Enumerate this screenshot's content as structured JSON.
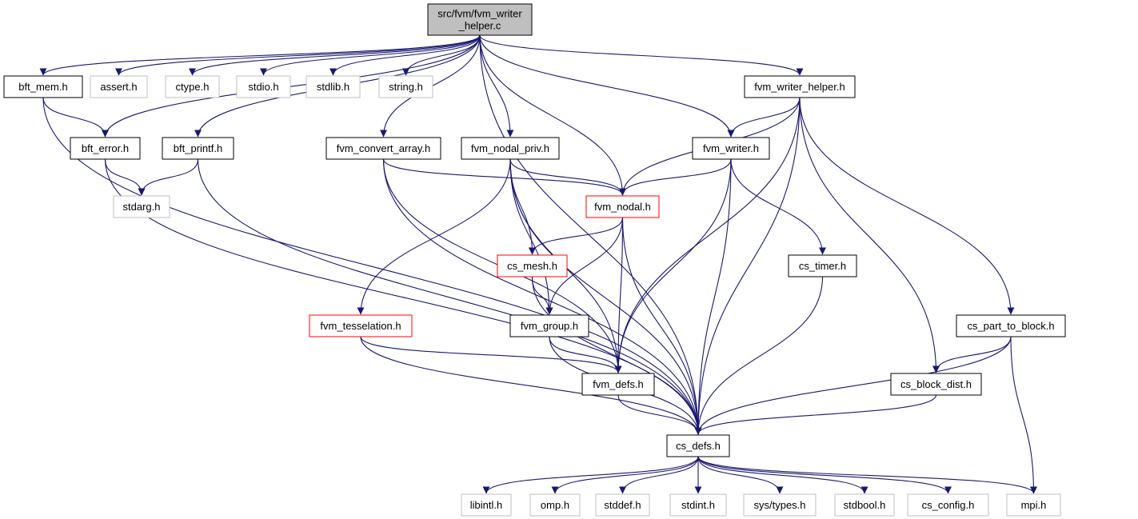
{
  "colors": {
    "edge": "#191970",
    "node_border": "#000000",
    "node_border_external": "#bfbfbf",
    "node_border_truncated": "#ff0000",
    "root_fill": "#bfbfbf",
    "node_fill": "#ffffff"
  },
  "nodes": [
    {
      "id": "root",
      "lines": [
        "src/fvm/fvm_writer",
        "_helper.c"
      ],
      "kind": "root"
    },
    {
      "id": "bft_mem",
      "lines": [
        "bft_mem.h"
      ],
      "kind": "normal"
    },
    {
      "id": "assert",
      "lines": [
        "assert.h"
      ],
      "kind": "external"
    },
    {
      "id": "ctype",
      "lines": [
        "ctype.h"
      ],
      "kind": "external"
    },
    {
      "id": "stdio",
      "lines": [
        "stdio.h"
      ],
      "kind": "external"
    },
    {
      "id": "stdlib",
      "lines": [
        "stdlib.h"
      ],
      "kind": "external"
    },
    {
      "id": "string",
      "lines": [
        "string.h"
      ],
      "kind": "external"
    },
    {
      "id": "fvm_writer_helper",
      "lines": [
        "fvm_writer_helper.h"
      ],
      "kind": "normal"
    },
    {
      "id": "bft_error",
      "lines": [
        "bft_error.h"
      ],
      "kind": "normal"
    },
    {
      "id": "bft_printf",
      "lines": [
        "bft_printf.h"
      ],
      "kind": "normal"
    },
    {
      "id": "fvm_convert_array",
      "lines": [
        "fvm_convert_array.h"
      ],
      "kind": "normal"
    },
    {
      "id": "fvm_nodal_priv",
      "lines": [
        "fvm_nodal_priv.h"
      ],
      "kind": "normal"
    },
    {
      "id": "fvm_writer",
      "lines": [
        "fvm_writer.h"
      ],
      "kind": "normal"
    },
    {
      "id": "stdarg",
      "lines": [
        "stdarg.h"
      ],
      "kind": "external"
    },
    {
      "id": "fvm_nodal",
      "lines": [
        "fvm_nodal.h"
      ],
      "kind": "truncated"
    },
    {
      "id": "cs_mesh",
      "lines": [
        "cs_mesh.h"
      ],
      "kind": "truncated"
    },
    {
      "id": "cs_timer",
      "lines": [
        "cs_timer.h"
      ],
      "kind": "normal"
    },
    {
      "id": "fvm_tesselation",
      "lines": [
        "fvm_tesselation.h"
      ],
      "kind": "truncated"
    },
    {
      "id": "fvm_group",
      "lines": [
        "fvm_group.h"
      ],
      "kind": "normal"
    },
    {
      "id": "cs_part_to_block",
      "lines": [
        "cs_part_to_block.h"
      ],
      "kind": "normal"
    },
    {
      "id": "fvm_defs",
      "lines": [
        "fvm_defs.h"
      ],
      "kind": "normal"
    },
    {
      "id": "cs_block_dist",
      "lines": [
        "cs_block_dist.h"
      ],
      "kind": "normal"
    },
    {
      "id": "cs_defs",
      "lines": [
        "cs_defs.h"
      ],
      "kind": "normal"
    },
    {
      "id": "libintl",
      "lines": [
        "libintl.h"
      ],
      "kind": "external"
    },
    {
      "id": "omp",
      "lines": [
        "omp.h"
      ],
      "kind": "external"
    },
    {
      "id": "stddef",
      "lines": [
        "stddef.h"
      ],
      "kind": "external"
    },
    {
      "id": "stdint",
      "lines": [
        "stdint.h"
      ],
      "kind": "external"
    },
    {
      "id": "systypes",
      "lines": [
        "sys/types.h"
      ],
      "kind": "external"
    },
    {
      "id": "stdbool",
      "lines": [
        "stdbool.h"
      ],
      "kind": "external"
    },
    {
      "id": "cs_config",
      "lines": [
        "cs_config.h"
      ],
      "kind": "external"
    },
    {
      "id": "mpi",
      "lines": [
        "mpi.h"
      ],
      "kind": "external"
    }
  ],
  "edges": [
    [
      "root",
      "bft_mem"
    ],
    [
      "root",
      "assert"
    ],
    [
      "root",
      "ctype"
    ],
    [
      "root",
      "stdio"
    ],
    [
      "root",
      "stdlib"
    ],
    [
      "root",
      "string"
    ],
    [
      "root",
      "fvm_writer_helper"
    ],
    [
      "root",
      "bft_error"
    ],
    [
      "root",
      "bft_printf"
    ],
    [
      "root",
      "fvm_convert_array"
    ],
    [
      "root",
      "fvm_nodal_priv"
    ],
    [
      "root",
      "fvm_nodal"
    ],
    [
      "root",
      "fvm_writer"
    ],
    [
      "root",
      "cs_defs"
    ],
    [
      "bft_mem",
      "bft_error"
    ],
    [
      "bft_mem",
      "cs_defs"
    ],
    [
      "bft_error",
      "stdarg"
    ],
    [
      "bft_error",
      "cs_defs"
    ],
    [
      "bft_printf",
      "stdarg"
    ],
    [
      "bft_printf",
      "cs_defs"
    ],
    [
      "fvm_convert_array",
      "fvm_nodal"
    ],
    [
      "fvm_convert_array",
      "fvm_defs"
    ],
    [
      "fvm_convert_array",
      "cs_defs"
    ],
    [
      "fvm_nodal_priv",
      "fvm_nodal"
    ],
    [
      "fvm_nodal_priv",
      "cs_mesh"
    ],
    [
      "fvm_nodal_priv",
      "fvm_tesselation"
    ],
    [
      "fvm_nodal_priv",
      "fvm_group"
    ],
    [
      "fvm_nodal_priv",
      "fvm_defs"
    ],
    [
      "fvm_nodal_priv",
      "cs_defs"
    ],
    [
      "fvm_writer_helper",
      "fvm_writer"
    ],
    [
      "fvm_writer_helper",
      "fvm_nodal"
    ],
    [
      "fvm_writer_helper",
      "fvm_defs"
    ],
    [
      "fvm_writer_helper",
      "cs_block_dist"
    ],
    [
      "fvm_writer_helper",
      "cs_part_to_block"
    ],
    [
      "fvm_writer_helper",
      "cs_defs"
    ],
    [
      "fvm_writer",
      "fvm_nodal"
    ],
    [
      "fvm_writer",
      "cs_timer"
    ],
    [
      "fvm_writer",
      "fvm_defs"
    ],
    [
      "fvm_writer",
      "cs_defs"
    ],
    [
      "fvm_nodal",
      "cs_mesh"
    ],
    [
      "fvm_nodal",
      "fvm_group"
    ],
    [
      "fvm_nodal",
      "fvm_defs"
    ],
    [
      "fvm_nodal",
      "cs_defs"
    ],
    [
      "cs_mesh",
      "fvm_group"
    ],
    [
      "cs_mesh",
      "cs_defs"
    ],
    [
      "fvm_tesselation",
      "fvm_defs"
    ],
    [
      "fvm_tesselation",
      "cs_defs"
    ],
    [
      "fvm_group",
      "fvm_defs"
    ],
    [
      "fvm_group",
      "cs_defs"
    ],
    [
      "cs_timer",
      "cs_defs"
    ],
    [
      "cs_part_to_block",
      "cs_block_dist"
    ],
    [
      "cs_part_to_block",
      "cs_defs"
    ],
    [
      "cs_part_to_block",
      "mpi"
    ],
    [
      "cs_block_dist",
      "cs_defs"
    ],
    [
      "fvm_defs",
      "cs_defs"
    ],
    [
      "cs_defs",
      "libintl"
    ],
    [
      "cs_defs",
      "omp"
    ],
    [
      "cs_defs",
      "stddef"
    ],
    [
      "cs_defs",
      "stdint"
    ],
    [
      "cs_defs",
      "systypes"
    ],
    [
      "cs_defs",
      "stdbool"
    ],
    [
      "cs_defs",
      "cs_config"
    ],
    [
      "cs_defs",
      "mpi"
    ]
  ]
}
